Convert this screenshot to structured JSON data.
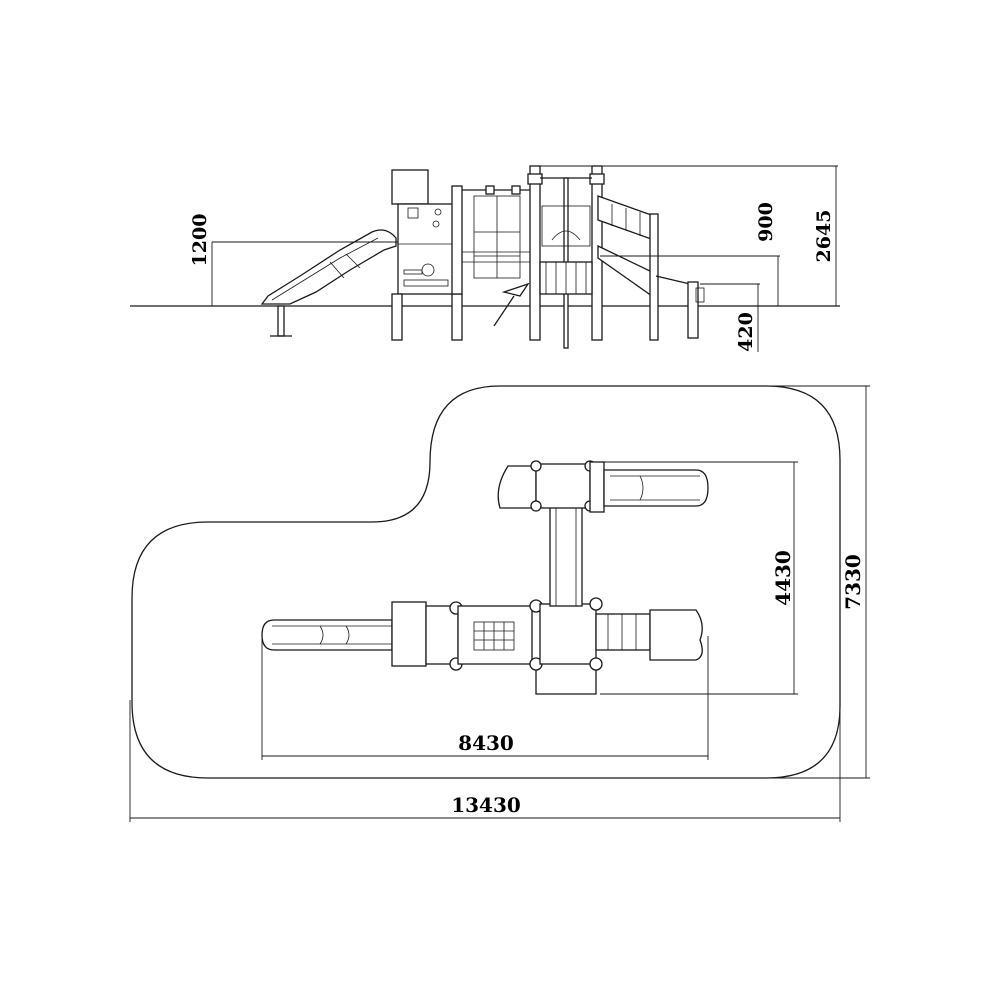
{
  "side_view": {
    "dimensions": {
      "slide_height": "1200",
      "deck_height": "900",
      "total_height": "2645",
      "foundation_depth": "420"
    }
  },
  "plan_view": {
    "dimensions": {
      "equipment_width": "4430",
      "safety_zone_width": "7330",
      "equipment_length": "8430",
      "safety_zone_length": "13430"
    }
  }
}
